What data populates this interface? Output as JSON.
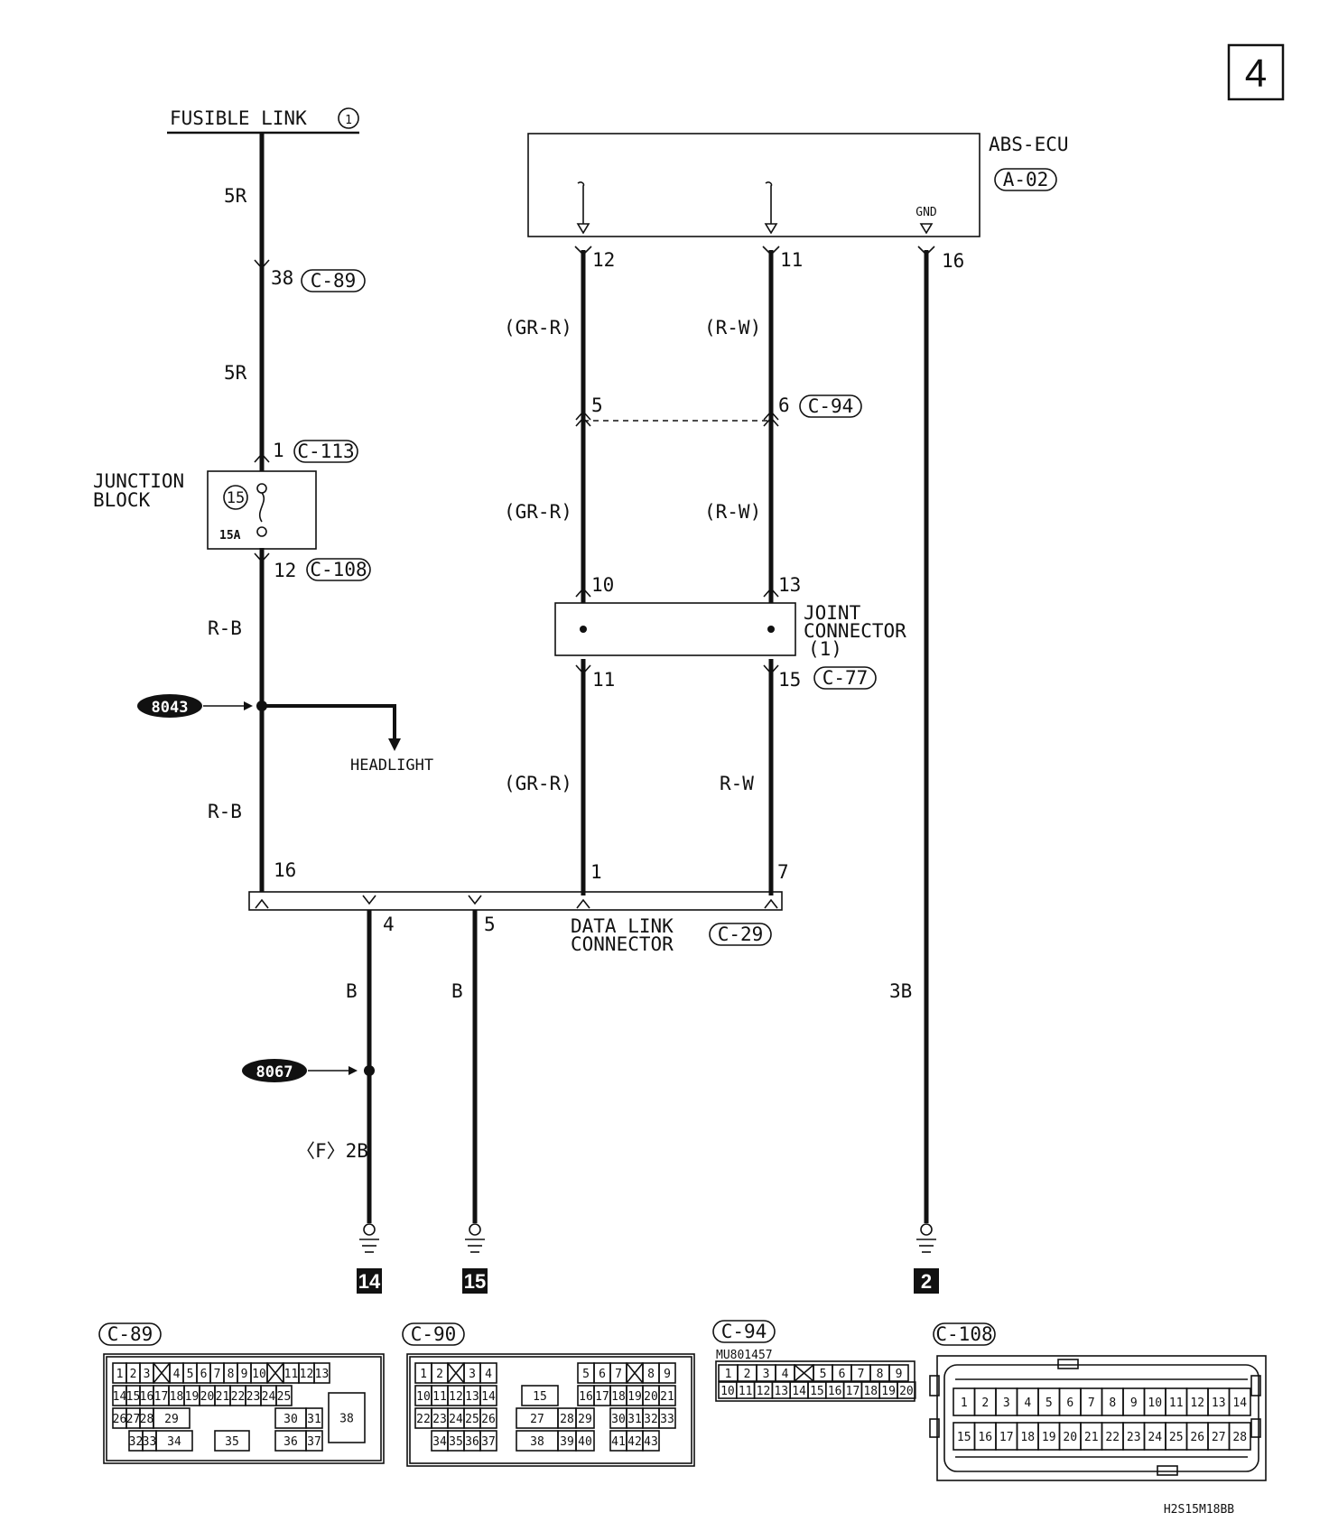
{
  "page_badge": "4",
  "fusible_link": {
    "label": "FUSIBLE LINK",
    "num": "1"
  },
  "abs_ecu": {
    "label": "ABS-ECU",
    "code": "A-02",
    "gnd": "GND"
  },
  "wires": {
    "w5r_upper": "5R",
    "w5r_lower": "5R",
    "rb_upper": "R-B",
    "rb_lower": "R-B",
    "grr_1": "(GR-R)",
    "grr_2": "(GR-R)",
    "grr_3": "(GR-R)",
    "rw_1": "(R-W)",
    "rw_2": "(R-W)",
    "rw_3": "R-W",
    "b_left": "B",
    "b_mid": "B",
    "f2b": "〈F〉2B",
    "b3": "3B"
  },
  "connectors": {
    "c89": {
      "pin": "38",
      "code": "C-89"
    },
    "c113": {
      "pin": "1",
      "code": "C-113"
    },
    "c108": {
      "pin": "12",
      "code": "C-108"
    },
    "c94": {
      "pin_a": "5",
      "pin_b": "6",
      "code": "C-94"
    },
    "c77": {
      "pin_a": "11",
      "pin_b": "15",
      "code": "C-77"
    },
    "c29": {
      "code": "C-29"
    }
  },
  "ecu_pins": {
    "p12": "12",
    "p11": "11",
    "p16": "16"
  },
  "joint_pins": {
    "p10": "10",
    "p13": "13"
  },
  "junction_block": {
    "line1": "JUNCTION",
    "line2": "BLOCK",
    "fuse_num": "15",
    "fuse_amp": "15A"
  },
  "joint_connector": {
    "line1": "JOINT",
    "line2": "CONNECTOR",
    "line3": "(1)"
  },
  "splice_8043": "8043",
  "headlight": "HEADLIGHT",
  "dlc": {
    "line1": "DATA LINK",
    "line2": "CONNECTOR",
    "p16": "16",
    "p1": "1",
    "p7": "7",
    "p4": "4",
    "p5": "5"
  },
  "splice_8067": "8067",
  "grounds": {
    "g14": "14",
    "g15": "15",
    "g2": "2"
  },
  "views": {
    "c89": {
      "code": "C-89"
    },
    "c90": {
      "code": "C-90"
    },
    "c94": {
      "code": "C-94",
      "part": "MU801457"
    },
    "c108": {
      "code": "C-108"
    }
  },
  "footer_code": "H2S15M18BB"
}
